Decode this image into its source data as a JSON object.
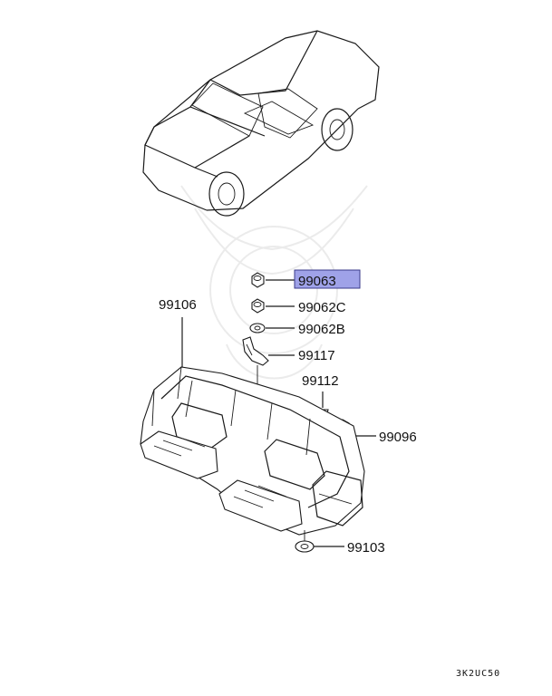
{
  "parts": [
    {
      "id": "p99063",
      "number": "99063",
      "highlighted": true
    },
    {
      "id": "p99062c",
      "number": "99062C",
      "highlighted": false
    },
    {
      "id": "p99062b",
      "number": "99062B",
      "highlighted": false
    },
    {
      "id": "p99117",
      "number": "99117",
      "highlighted": false
    },
    {
      "id": "p99106",
      "number": "99106",
      "highlighted": false
    },
    {
      "id": "p99112",
      "number": "99112",
      "highlighted": false
    },
    {
      "id": "p99096",
      "number": "99096",
      "highlighted": false
    },
    {
      "id": "p99103",
      "number": "99103",
      "highlighted": false
    }
  ],
  "diagram_code": "3K2UC50",
  "colors": {
    "highlight_fill": "#9fa2e8",
    "highlight_border": "#3a3a8a",
    "line": "#1a1a1a"
  }
}
